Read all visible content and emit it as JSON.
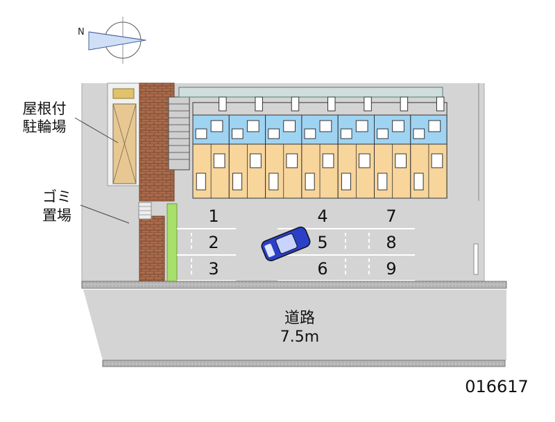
{
  "labels": {
    "covered_bike_parking_line1": "屋根付",
    "covered_bike_parking_line2": "駐輪場",
    "garbage_area_line1": "ゴミ",
    "garbage_area_line2": "置場",
    "road_name": "道路",
    "road_width": "7.5m",
    "property_id": "016617",
    "compass_north": "N"
  },
  "parking_spaces": [
    "1",
    "2",
    "3",
    "4",
    "5",
    "6",
    "7",
    "8",
    "9"
  ],
  "colors": {
    "ground": "#d4d4d4",
    "brick": "#a96b4b",
    "unit_floor": "#f7d59b",
    "unit_bath": "#9fd3f2",
    "greenery": "#a7e06b",
    "car": "#2b3fc7",
    "road_edge": "#bdbdbd"
  }
}
